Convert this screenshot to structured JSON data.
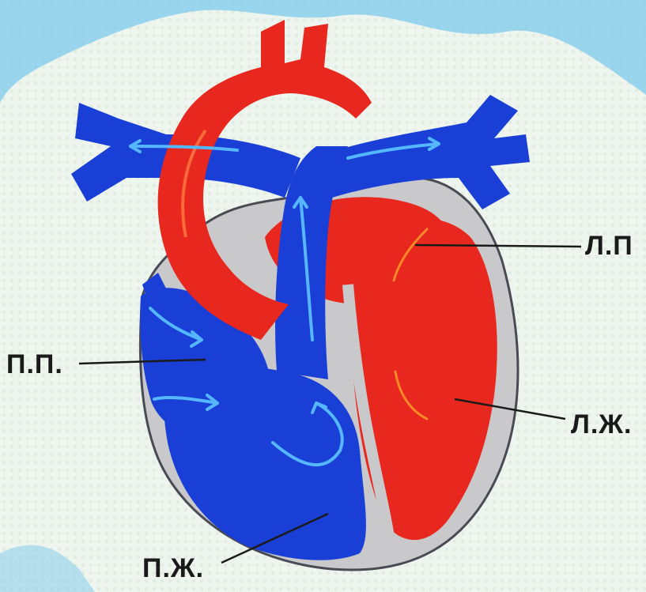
{
  "labels": {
    "left_atrium": "Л.П",
    "right_atrium": "П.П.",
    "left_ventricle": "Л.Ж.",
    "right_ventricle": "П.Ж."
  },
  "colors": {
    "background": "#eef5ef",
    "oxygenated_blood": "#e8281e",
    "deoxygenated_blood": "#1a3fd6",
    "heart_wall": "#c9c9cc",
    "flow_arrow": "#55b8ff",
    "pointer": "#1a1a1a"
  }
}
